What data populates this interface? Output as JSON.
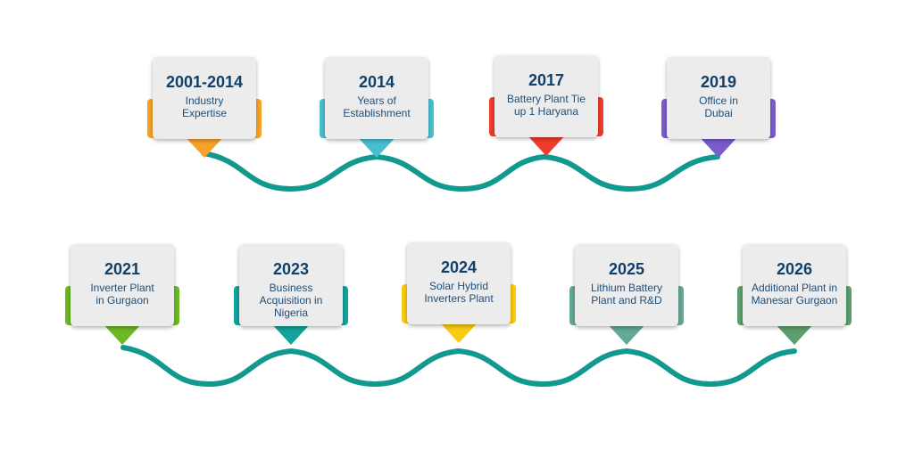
{
  "milestones": [
    {
      "year": "2001-2014",
      "desc": "Industry\nExpertise",
      "color": "#f7a32b"
    },
    {
      "year": "2014",
      "desc": "Years of\nEstablishment",
      "color": "#48bfcf"
    },
    {
      "year": "2017",
      "desc": "Battery Plant Tie\nup 1 Haryana",
      "color": "#ef3c2b"
    },
    {
      "year": "2019",
      "desc": "Office in\nDubai",
      "color": "#7a5ccc"
    },
    {
      "year": "2021",
      "desc": "Inverter Plant\nin Gurgaon",
      "color": "#6cb924"
    },
    {
      "year": "2023",
      "desc": "Business\nAcquisition in\nNigeria",
      "color": "#12a39c"
    },
    {
      "year": "2024",
      "desc": "Solar Hybrid\nInverters Plant",
      "color": "#f9cb10"
    },
    {
      "year": "2025",
      "desc": "Lithium Battery\nPlant and R&D",
      "color": "#63a898"
    },
    {
      "year": "2026",
      "desc": "Additional Plant in\nManesar Gurgaon",
      "color": "#5c9f6c"
    }
  ],
  "wave_color": "#12998f"
}
